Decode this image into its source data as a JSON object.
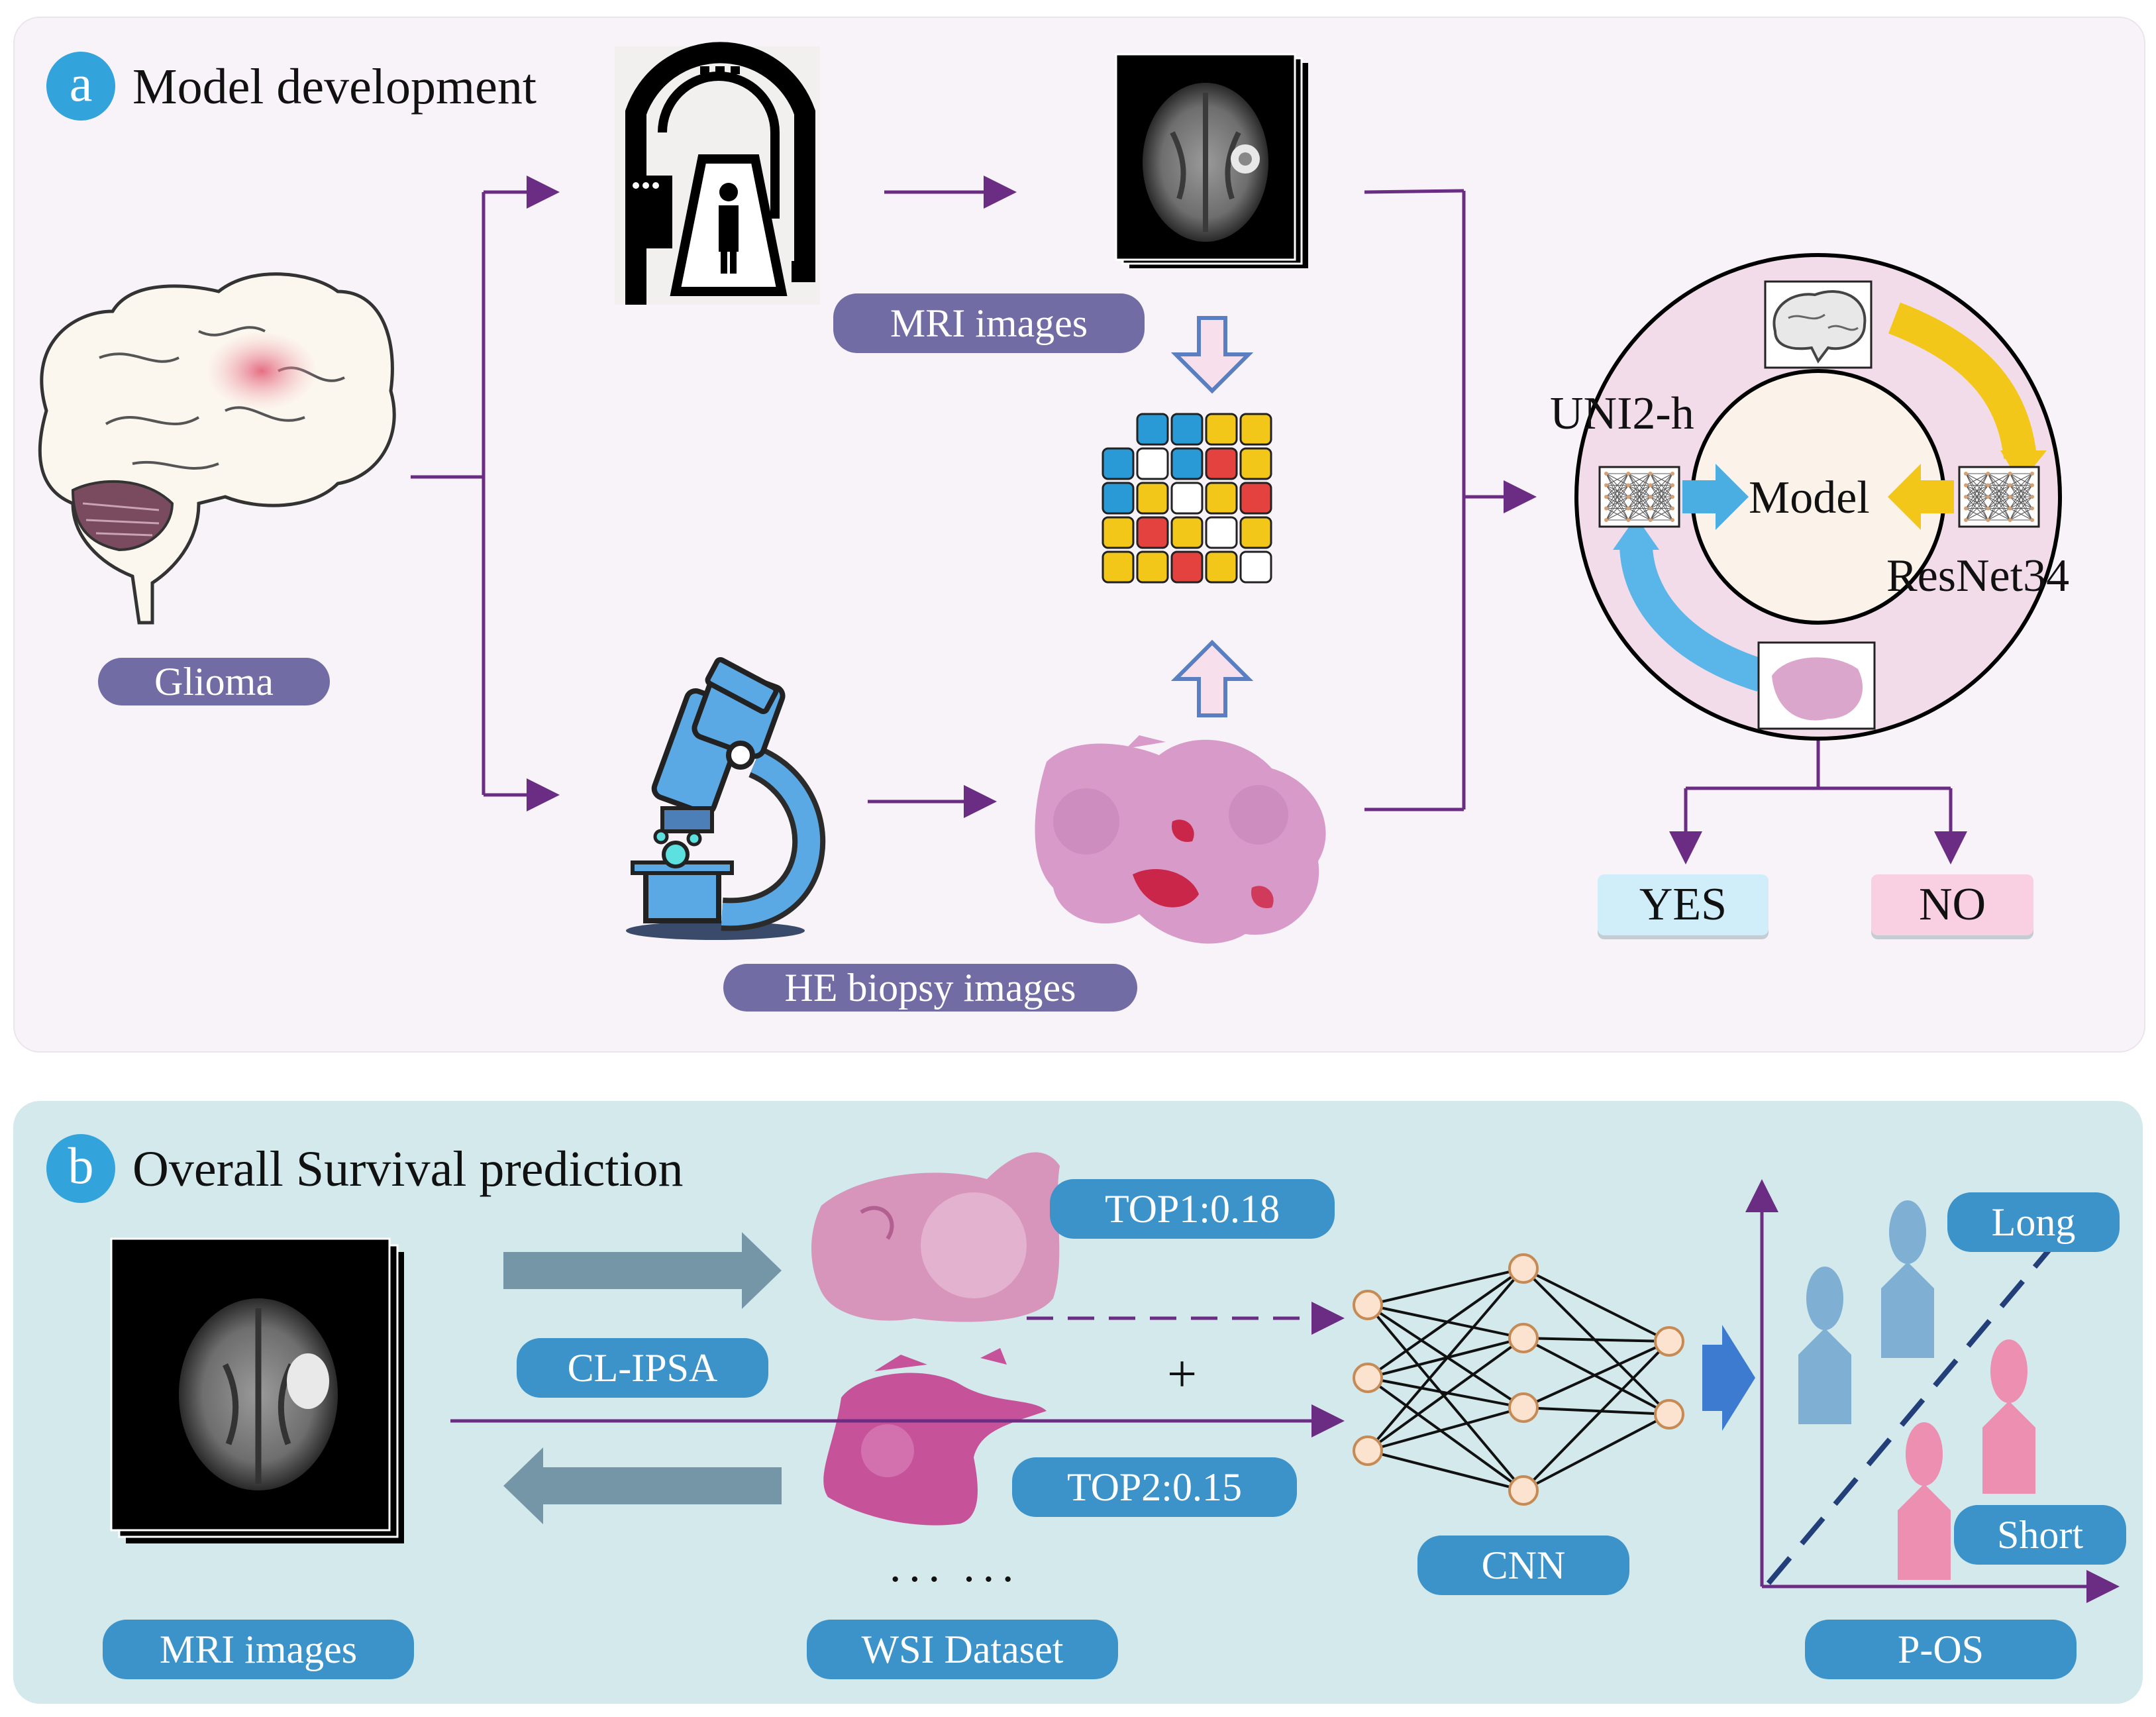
{
  "panel_a": {
    "badge": "a",
    "heading": "Model development",
    "glioma_label": "Glioma",
    "mri_label": "MRI images",
    "he_label": "HE biopsy images",
    "uni_label": "UNI2-h",
    "model_label": "Model",
    "resnet_label": "ResNet34",
    "yes_label": "YES",
    "no_label": "NO"
  },
  "panel_b": {
    "badge": "b",
    "heading": "Overall Survival prediction",
    "top1_label": "TOP1:0.18",
    "top2_label": "TOP2:0.15",
    "clipsa_label": "CL-IPSA",
    "plus": "+",
    "dots": "··· ···",
    "cnn_label": "CNN",
    "mri_label": "MRI images",
    "wsi_label": "WSI Dataset",
    "long_label": "Long",
    "short_label": "Short",
    "pos_label": "P-OS"
  },
  "colors": {
    "arrow_purple": "#6b2c83",
    "pill_purple": "#726ca4",
    "pill_blue": "#3c93c9",
    "tile_blue": "#2a9ad6",
    "tile_yellow": "#f2c71a",
    "tile_red": "#e4423f",
    "yes_bg": "#cfeef9",
    "no_bg": "#f9cfe2"
  },
  "icons": [
    "brain-icon",
    "mri-scanner-icon",
    "microscope-icon",
    "brain-scan-icon",
    "tissue-slide-icon",
    "neural-net-icon",
    "person-icon"
  ]
}
